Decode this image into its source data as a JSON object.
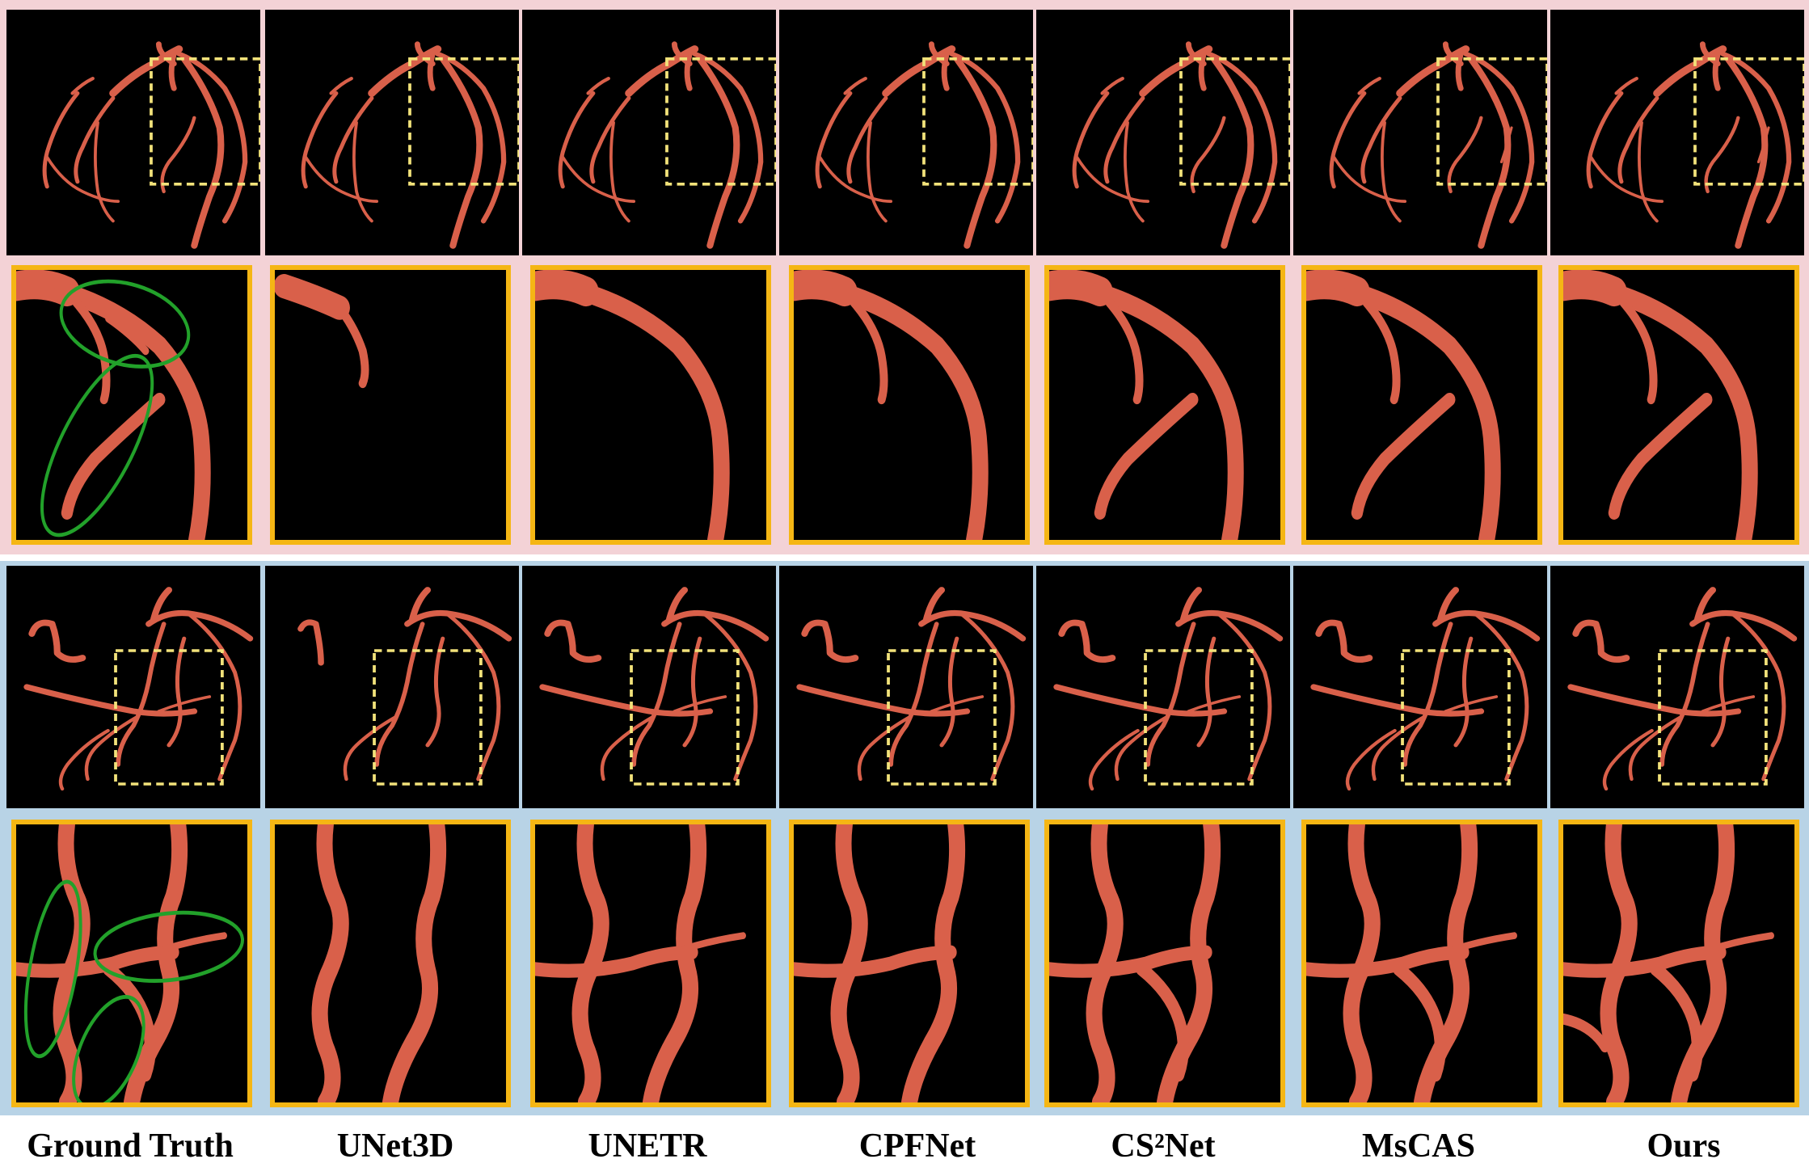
{
  "columns": [
    {
      "id": "gt",
      "label": "Ground Truth"
    },
    {
      "id": "unet3d",
      "label": "UNet3D"
    },
    {
      "id": "unetr",
      "label": "UNETR"
    },
    {
      "id": "cpfnet",
      "label": "CPFNet"
    },
    {
      "id": "cs2net",
      "label": "CS²Net"
    },
    {
      "id": "mscas",
      "label": "MsCAS"
    },
    {
      "id": "ours",
      "label": "Ours"
    }
  ],
  "colors": {
    "vessel": "#d9604a",
    "vessel_dark": "#b44a38",
    "roi_box": "#f2e27a",
    "zoom_border": "#f5b614",
    "annotation_ellipse": "#22a12a",
    "band1_bg": "#f3d2d6",
    "band2_bg": "#b8d3e6"
  }
}
